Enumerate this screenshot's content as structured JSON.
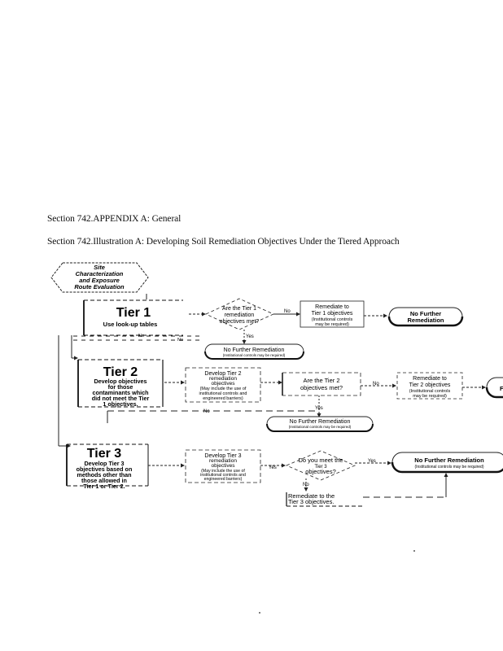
{
  "section_title": "Section 742.APPENDIX A: General",
  "illustration_title": "Section 742.Illustration A: Developing Soil Remediation Objectives Under the Tiered Approach",
  "flowchart": {
    "start": [
      "Site",
      "Characterization",
      "and Exposure",
      "Route Evaluation"
    ],
    "tier1": {
      "heading": "Tier 1",
      "body": "Use look-up tables",
      "question": [
        "Are the Tier 1",
        "remediation",
        "objectives met?"
      ],
      "remediate": [
        "Remediate to",
        "Tier 1 objectives",
        "(Institutional controls",
        "may be required)"
      ],
      "nfr": [
        "No Further",
        "Remediation"
      ]
    },
    "nfr_mid": [
      "No Further Remediation",
      "(Institutional controls may be required)"
    ],
    "tier2": {
      "heading": "Tier 2",
      "body": [
        "Develop objectives",
        "for those",
        "contaminants which",
        "did not meet the Tier",
        "1 objectives."
      ],
      "develop": [
        "Develop Tier 2",
        "remediation",
        "objectives",
        "(May include the use of",
        "institutional controls and",
        "engineered barriers)"
      ],
      "question": [
        "Are the Tier 2",
        "objectives met?"
      ],
      "remediate": [
        "Remediate to",
        "Tier 2 objectives",
        "(Institutional controls",
        "may be required)"
      ],
      "nfr_cut": "F"
    },
    "nfr_mid2": [
      "No Further Remediation",
      "(Institutional controls may be required)"
    ],
    "tier3": {
      "heading": "Tier 3",
      "body": [
        "Develop Tier 3",
        "objectives based on",
        "methods other than",
        "those allowed in",
        "Tier 1 or Tier 2."
      ],
      "develop": [
        "Develop Tier 3",
        "remediation",
        "objectives",
        "(May include the use of",
        "institutional controls and",
        "engineered barriers)"
      ],
      "question": [
        "Do you meet the",
        "Tier 3",
        "objectives?"
      ],
      "remediate": [
        "Remediate to the",
        "Tier 3 objectives."
      ],
      "nfr": [
        "No Further Remediation",
        "(Institutional controls may be required)"
      ]
    },
    "labels": {
      "yes": "Yes",
      "no": "No"
    }
  }
}
